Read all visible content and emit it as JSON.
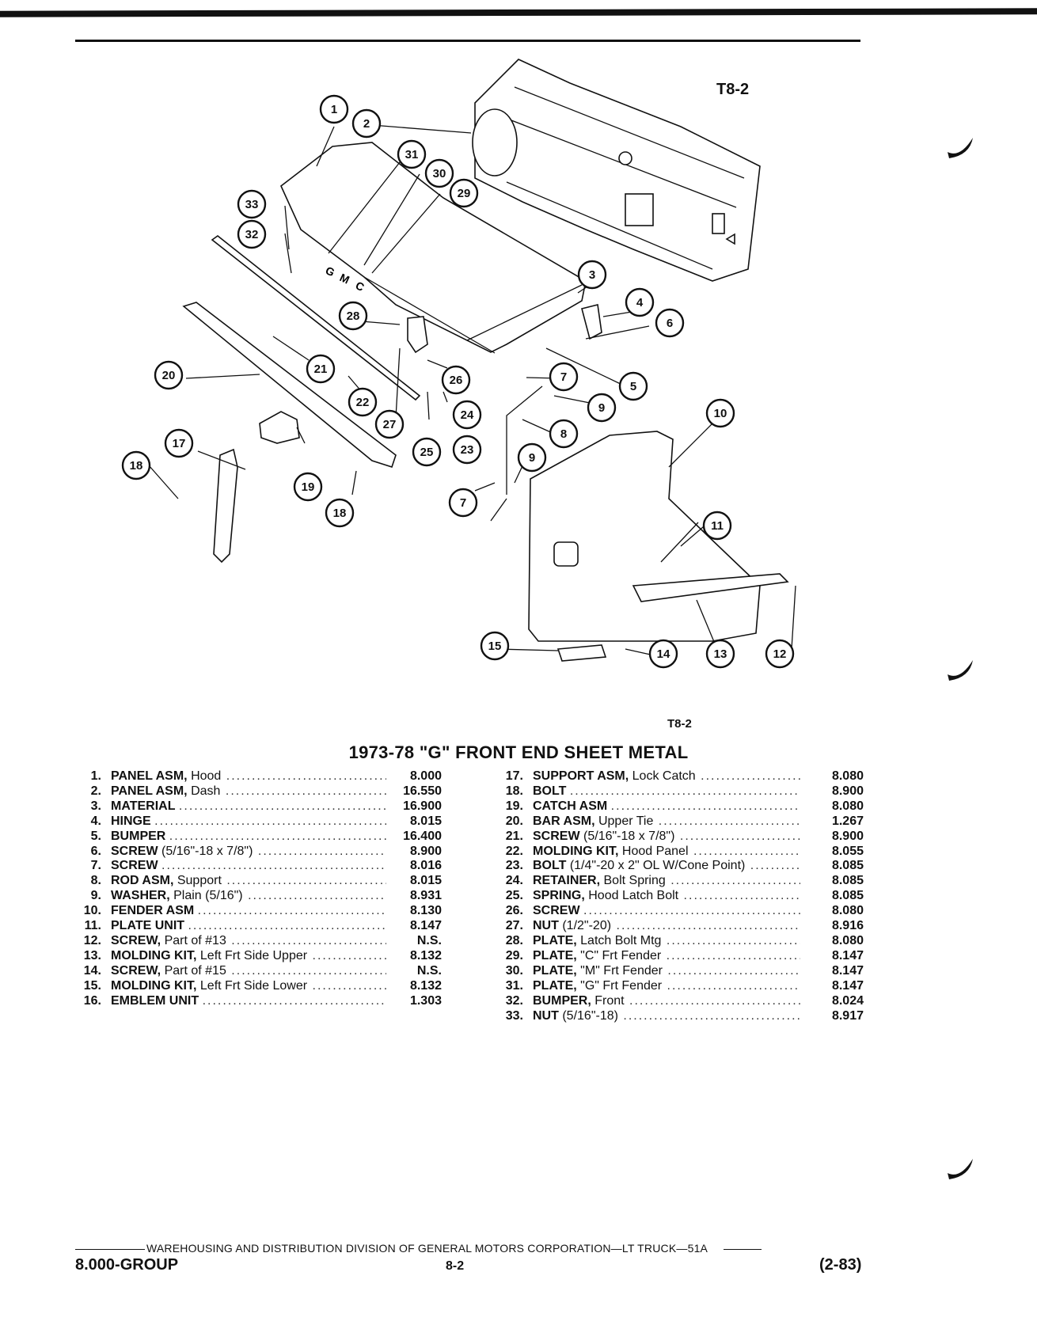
{
  "diagram": {
    "id_top": "T8-2",
    "id_bottom": "T8-2",
    "emblem_letters": [
      "G",
      "M",
      "C"
    ],
    "callouts": [
      "1",
      "2",
      "3",
      "4",
      "5",
      "6",
      "7",
      "8",
      "9",
      "10",
      "11",
      "12",
      "13",
      "14",
      "15",
      "17",
      "18",
      "19",
      "20",
      "21",
      "22",
      "23",
      "24",
      "25",
      "26",
      "27",
      "28",
      "29",
      "30",
      "31",
      "32",
      "33",
      "7",
      "9",
      "18"
    ]
  },
  "title": "1973-78 \"G\" FRONT END SHEET METAL",
  "parts_left": [
    {
      "num": "1.",
      "name": "PANEL ASM,",
      "desc": "Hood",
      "ref": "8.000"
    },
    {
      "num": "2.",
      "name": "PANEL ASM,",
      "desc": "Dash",
      "ref": "16.550"
    },
    {
      "num": "3.",
      "name": "MATERIAL",
      "desc": "",
      "ref": "16.900"
    },
    {
      "num": "4.",
      "name": "HINGE",
      "desc": "",
      "ref": "8.015"
    },
    {
      "num": "5.",
      "name": "BUMPER",
      "desc": "",
      "ref": "16.400"
    },
    {
      "num": "6.",
      "name": "SCREW",
      "desc": "(5/16\"-18 x 7/8\")",
      "ref": "8.900"
    },
    {
      "num": "7.",
      "name": "SCREW",
      "desc": "",
      "ref": "8.016"
    },
    {
      "num": "8.",
      "name": "ROD ASM,",
      "desc": "Support",
      "ref": "8.015"
    },
    {
      "num": "9.",
      "name": "WASHER,",
      "desc": "Plain (5/16\")",
      "ref": "8.931"
    },
    {
      "num": "10.",
      "name": "FENDER ASM",
      "desc": "",
      "ref": "8.130"
    },
    {
      "num": "11.",
      "name": "PLATE UNIT",
      "desc": "",
      "ref": "8.147"
    },
    {
      "num": "12.",
      "name": "SCREW,",
      "desc": "Part of #13",
      "ref": "N.S."
    },
    {
      "num": "13.",
      "name": "MOLDING KIT,",
      "desc": "Left Frt Side Upper",
      "ref": "8.132"
    },
    {
      "num": "14.",
      "name": "SCREW,",
      "desc": "Part of #15",
      "ref": "N.S."
    },
    {
      "num": "15.",
      "name": "MOLDING KIT,",
      "desc": "Left Frt Side Lower",
      "ref": "8.132"
    },
    {
      "num": "16.",
      "name": "EMBLEM UNIT",
      "desc": "",
      "ref": "1.303"
    }
  ],
  "parts_right": [
    {
      "num": "17.",
      "name": "SUPPORT ASM,",
      "desc": "Lock Catch",
      "ref": "8.080"
    },
    {
      "num": "18.",
      "name": "BOLT",
      "desc": "",
      "ref": "8.900"
    },
    {
      "num": "19.",
      "name": "CATCH ASM",
      "desc": "",
      "ref": "8.080"
    },
    {
      "num": "20.",
      "name": "BAR ASM,",
      "desc": "Upper Tie",
      "ref": "1.267"
    },
    {
      "num": "21.",
      "name": "SCREW",
      "desc": "(5/16\"-18 x 7/8\")",
      "ref": "8.900"
    },
    {
      "num": "22.",
      "name": "MOLDING KIT,",
      "desc": "Hood Panel",
      "ref": "8.055"
    },
    {
      "num": "23.",
      "name": "BOLT",
      "desc": "(1/4\"-20 x 2\" OL W/Cone Point)",
      "ref": "8.085"
    },
    {
      "num": "24.",
      "name": "RETAINER,",
      "desc": "Bolt Spring",
      "ref": "8.085"
    },
    {
      "num": "25.",
      "name": "SPRING,",
      "desc": "Hood Latch Bolt",
      "ref": "8.085"
    },
    {
      "num": "26.",
      "name": "SCREW",
      "desc": "",
      "ref": "8.080"
    },
    {
      "num": "27.",
      "name": "NUT",
      "desc": "(1/2\"-20)",
      "ref": "8.916"
    },
    {
      "num": "28.",
      "name": "PLATE,",
      "desc": "Latch Bolt Mtg",
      "ref": "8.080"
    },
    {
      "num": "29.",
      "name": "PLATE,",
      "desc": "\"C\" Frt Fender",
      "ref": "8.147"
    },
    {
      "num": "30.",
      "name": "PLATE,",
      "desc": "\"M\" Frt Fender",
      "ref": "8.147"
    },
    {
      "num": "31.",
      "name": "PLATE,",
      "desc": "\"G\" Frt Fender",
      "ref": "8.147"
    },
    {
      "num": "32.",
      "name": "BUMPER,",
      "desc": "Front",
      "ref": "8.024"
    },
    {
      "num": "33.",
      "name": "NUT",
      "desc": "(5/16\"-18)",
      "ref": "8.917"
    }
  ],
  "footer": {
    "line": "WAREHOUSING AND DISTRIBUTION DIVISION OF GENERAL MOTORS CORPORATION—LT TRUCK—51A",
    "group": "8.000-GROUP",
    "page": "8-2",
    "date_code": "(2-83)"
  }
}
